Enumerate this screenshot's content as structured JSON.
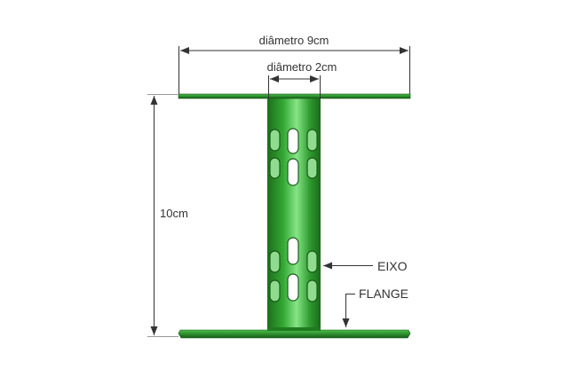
{
  "labels": {
    "outer_diameter": "diâmetro 9cm",
    "inner_diameter": "diâmetro 2cm",
    "height": "10cm",
    "axle": "EIXO",
    "flange": "FLANGE"
  },
  "colors": {
    "green_dark": "#1e7a1e",
    "green_mid": "#2fa52f",
    "green_light": "#7fe07f",
    "line": "#333333"
  }
}
